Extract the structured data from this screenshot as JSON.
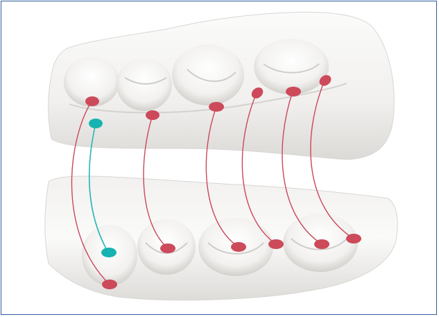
{
  "colors": {
    "frame_border": "#2f5a9a",
    "cast_light": "#f4f3f1",
    "cast_shadow": "#cfcdca",
    "marker_red": "#cc4a5a",
    "marker_teal": "#16b3b1",
    "line_red": "#c9475a",
    "line_teal": "#22b7b4"
  },
  "connections": [
    {
      "name": "connector-1",
      "color": "teal"
    },
    {
      "name": "connector-2",
      "color": "red"
    },
    {
      "name": "connector-3",
      "color": "red"
    },
    {
      "name": "connector-4",
      "color": "red"
    },
    {
      "name": "connector-5",
      "color": "red"
    },
    {
      "name": "connector-6",
      "color": "red"
    },
    {
      "name": "connector-7",
      "color": "red"
    }
  ]
}
